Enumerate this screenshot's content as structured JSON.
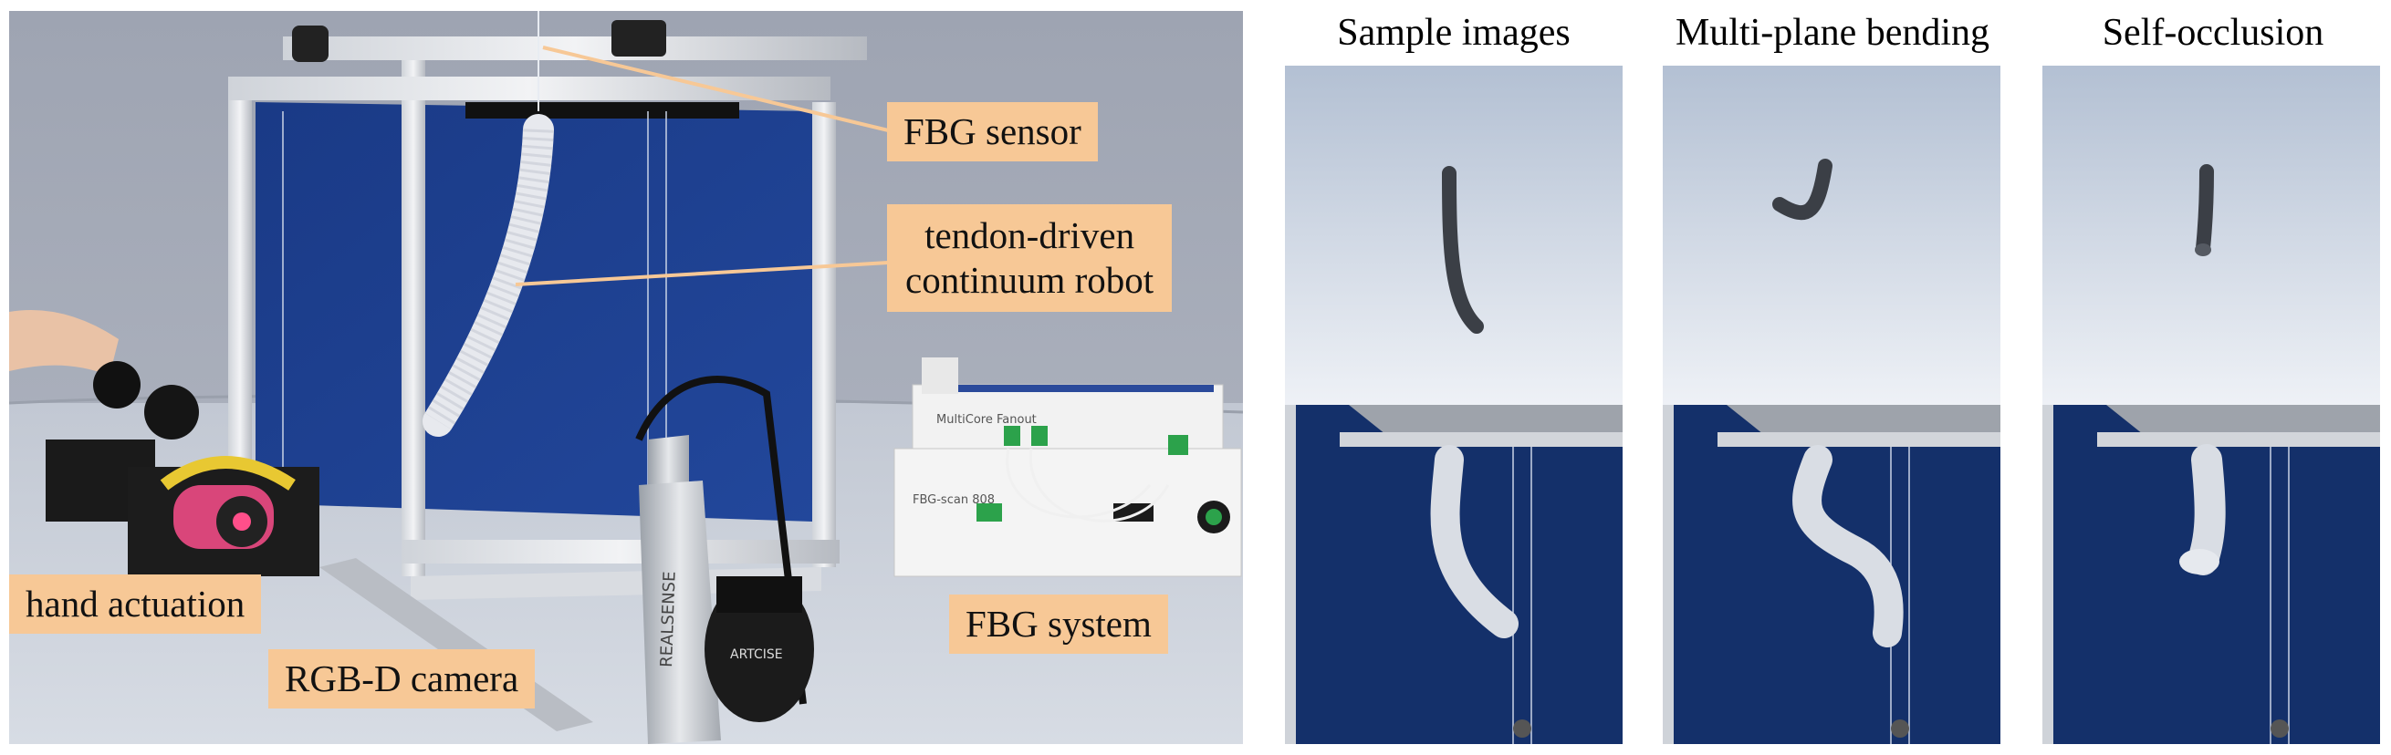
{
  "left_photo": {
    "callouts": {
      "fbg_sensor": "FBG sensor",
      "robot_line1": "tendon-driven",
      "robot_line2": "continuum robot",
      "hand_actuation": "hand actuation",
      "rgbd_camera": "RGB-D camera",
      "fbg_system": "FBG system"
    },
    "device_text": {
      "fanout_label": "MultiCore Fanout",
      "scanner_label": "FBG-scan 808",
      "camera_brand": "REALSENSE",
      "tripod_brand": "ARTCISE"
    }
  },
  "columns": [
    {
      "title": "Sample images"
    },
    {
      "title": "Multi-plane bending"
    },
    {
      "title": "Self-occlusion"
    }
  ],
  "colors": {
    "callout_bg": "#f7c896",
    "backdrop_blue": "#1a3f8e",
    "render_sky": "#b6c3d6"
  }
}
